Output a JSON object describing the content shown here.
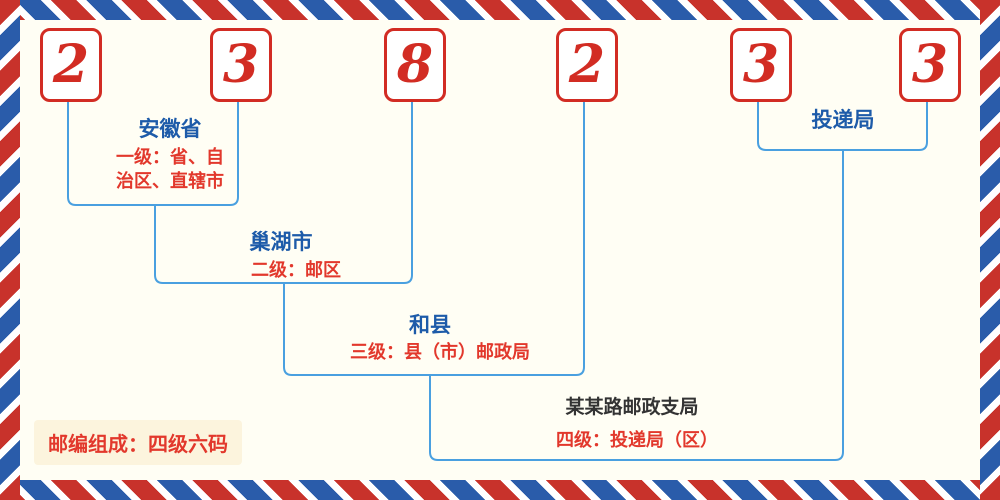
{
  "palette": {
    "red": "#d22c23",
    "blue": "#1d5ba9",
    "line": "#4aa0e0",
    "bg": "#fffef4",
    "stripe_red": "#c8322b",
    "stripe_blue": "#2a5caa"
  },
  "digits": [
    "2",
    "3",
    "8",
    "2",
    "3",
    "3"
  ],
  "labels": {
    "level1": {
      "title": "安徽省",
      "desc1": "一级：省、自",
      "desc2": "治区、直辖市"
    },
    "level2": {
      "title": "巢湖市",
      "desc": "二级：邮区"
    },
    "level3": {
      "title": "和县",
      "desc": "三级：县（市）邮政局"
    },
    "level4": {
      "title": "某某路邮政支局",
      "desc": "四级：投递局（区）"
    },
    "delivery": {
      "title": "投递局"
    },
    "composition": "邮编组成：四级六码"
  }
}
